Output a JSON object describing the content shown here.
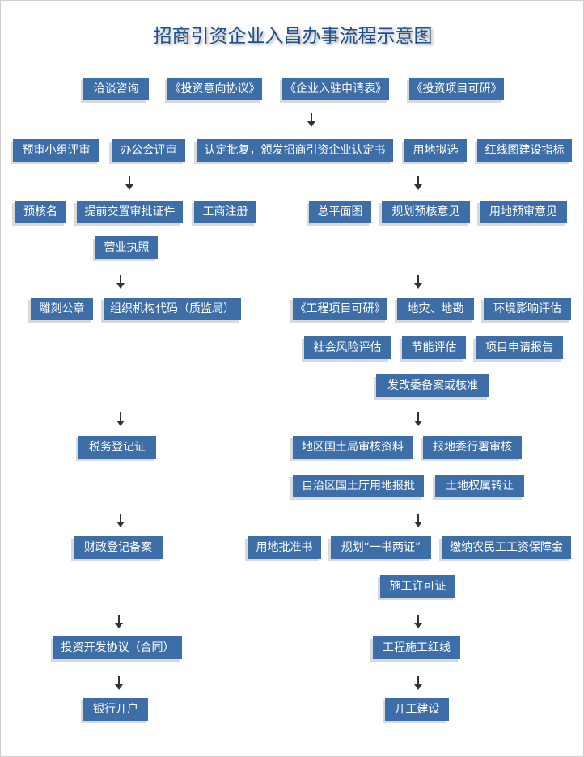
{
  "title": "招商引资企业入昌办事流程示意图",
  "steps": {
    "consult": "洽谈咨询",
    "investment_intent_agreement": "《投资意向协议》",
    "enterprise_application_form": "《企业入驻申请表》",
    "investment_feasibility": "《投资项目可研》",
    "pre_review_group": "预审小组评审",
    "office_meeting_review": "办公会评审",
    "approval_certificate": "认定批复，颁发招商引资企业认定书",
    "land_preselection": "用地拟选",
    "red_line_indicators": "红线图建设指标",
    "name_precheck": "预核名",
    "advance_permits": "提前交置审批证件",
    "business_registration": "工商注册",
    "site_plan": "总平面图",
    "planning_precheck": "规划预核意见",
    "land_prereview": "用地预审意见",
    "business_license": "营业执照",
    "official_seal": "雕刻公章",
    "org_code": "组织机构代码（质监局）",
    "engineering_feasibility": "《工程项目可研》",
    "geo_survey": "地灾、地勘",
    "environmental_assessment": "环境影响评估",
    "social_risk_assessment": "社会风险评估",
    "energy_assessment": "节能评估",
    "project_application_report": "项目申请报告",
    "ndrc_filing": "发改委备案或核准",
    "tax_registration": "税务登记证",
    "regional_land_review": "地区国土局审核资料",
    "prefecture_review": "报地委行署审核",
    "autonomous_region_land_approval": "自治区国土厅用地报批",
    "land_ownership_transfer": "土地权属转让",
    "finance_registration": "财政登记备案",
    "land_approval": "用地批准书",
    "planning_permits": "规划“一书两证”",
    "wage_guarantee": "缴纳农民工工资保障金",
    "construction_permit": "施工许可证",
    "investment_agreement": "投资开发协议（合同）",
    "construction_red_line": "工程施工红线",
    "bank_account": "银行开户",
    "construction_start": "开工建设"
  }
}
